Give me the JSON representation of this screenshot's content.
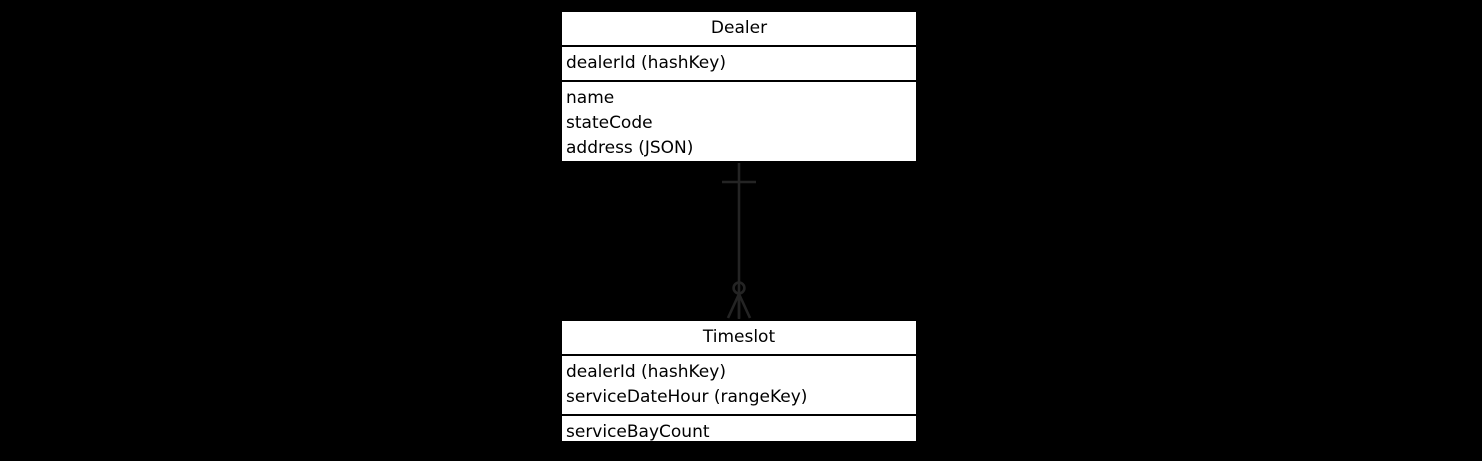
{
  "diagram": {
    "type": "entity-relationship-diagram",
    "notation": "crow's foot",
    "background_color": "#000000",
    "entity_fill_color": "#ffffff",
    "entity_border_color": "#000000",
    "connector_color": "#242424",
    "entities": [
      {
        "id": "dealer",
        "name": "Dealer",
        "compartments": [
          {
            "id": "keys",
            "attributes": [
              "dealerId (hashKey)"
            ]
          },
          {
            "id": "attributes",
            "attributes": [
              "name",
              "stateCode",
              "address (JSON)"
            ]
          }
        ]
      },
      {
        "id": "timeslot",
        "name": "Timeslot",
        "compartments": [
          {
            "id": "keys",
            "attributes": [
              "dealerId (hashKey)",
              "serviceDateHour (rangeKey)"
            ]
          },
          {
            "id": "attributes",
            "attributes": [
              "serviceBayCount"
            ]
          }
        ]
      }
    ],
    "relationships": [
      {
        "id": "dealer-timeslot",
        "from": "dealer",
        "to": "timeslot",
        "from_cardinality": "exactly-one",
        "to_cardinality": "zero-or-many",
        "from_marker": "one-tick",
        "to_marker": "circle-crowsfoot"
      }
    ]
  }
}
